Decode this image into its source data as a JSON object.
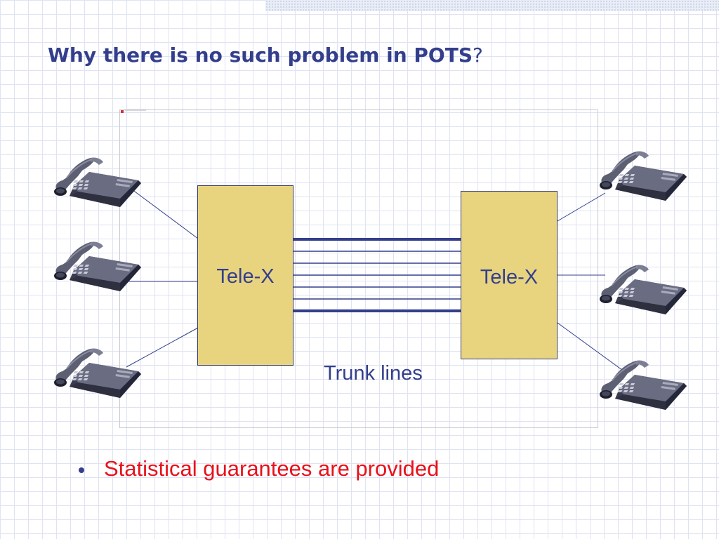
{
  "slide": {
    "title": "Why there is no such problem in POTS",
    "title_suffix": "?"
  },
  "diagram": {
    "switches": [
      {
        "label": "Tele-X"
      },
      {
        "label": "Tele-X"
      }
    ],
    "trunk_caption": "Trunk lines",
    "phones_per_side": 3,
    "trunk_line_count": 7
  },
  "bullets": [
    {
      "text": "Statistical guarantees are provided"
    }
  ],
  "colors": {
    "title": "#333f8c",
    "switch_fill": "#e8d47f",
    "line": "#333f8c",
    "bullet_text": "#e8101a",
    "phone_body": "#5d5f73"
  },
  "icons": {
    "phone": "desk-telephone-icon"
  }
}
